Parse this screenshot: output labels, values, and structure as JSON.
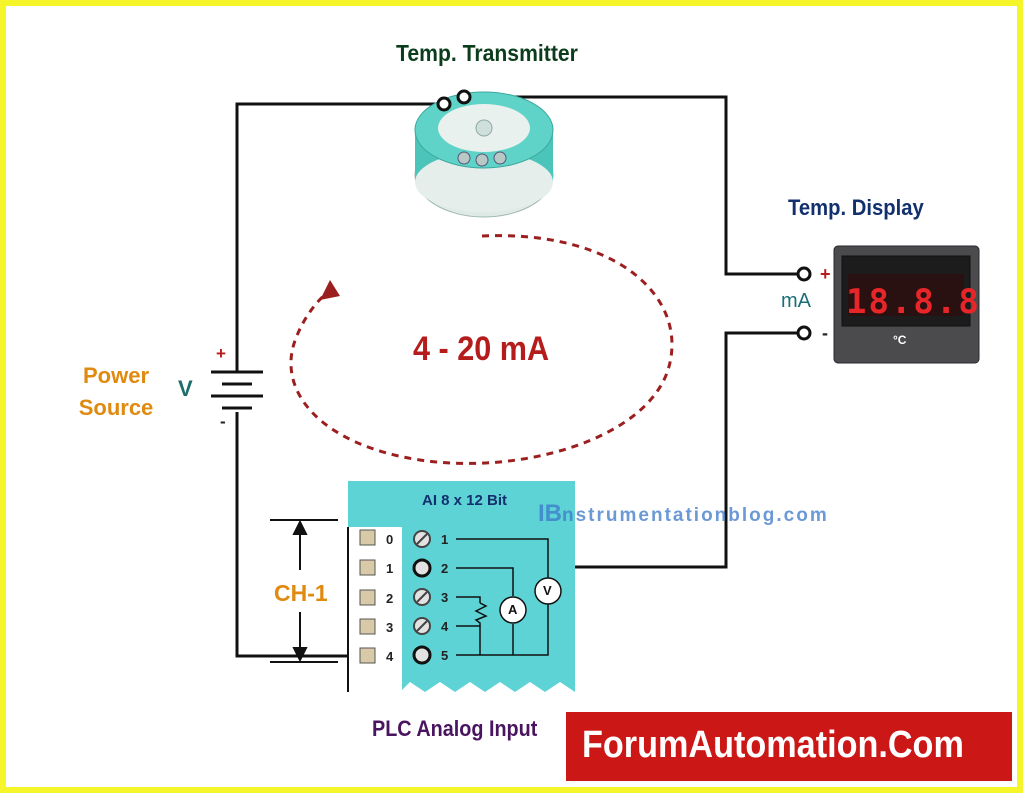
{
  "titles": {
    "transmitter": "Temp. Transmitter",
    "display": "Temp. Display",
    "power_line1": "Power",
    "power_line2": "Source",
    "plc": "PLC Analog Input"
  },
  "labels": {
    "voltage": "V",
    "plus": "+",
    "minus": "-",
    "loop_current": "4 - 20 mA",
    "display_unit_ma": "mA",
    "channel": "CH-1",
    "plc_module": "AI 8 x 12 Bit",
    "display_digits": "18.8.8",
    "display_unit": "°C",
    "meter_ammeter": "A",
    "meter_voltmeter": "V"
  },
  "plc": {
    "switch_numbers": [
      "0",
      "1",
      "2",
      "3",
      "4"
    ],
    "terminal_numbers": [
      "1",
      "2",
      "3",
      "4",
      "5"
    ]
  },
  "watermark": {
    "logo": "IB",
    "text": "nstrumentationblog.com"
  },
  "banner": {
    "text": "ForumAutomation.Com"
  },
  "colors": {
    "frame": "#f5f52a",
    "plc_body": "#5ed3d5",
    "loop_arrow": "#9c1f1f",
    "banner": "#cc1717"
  }
}
